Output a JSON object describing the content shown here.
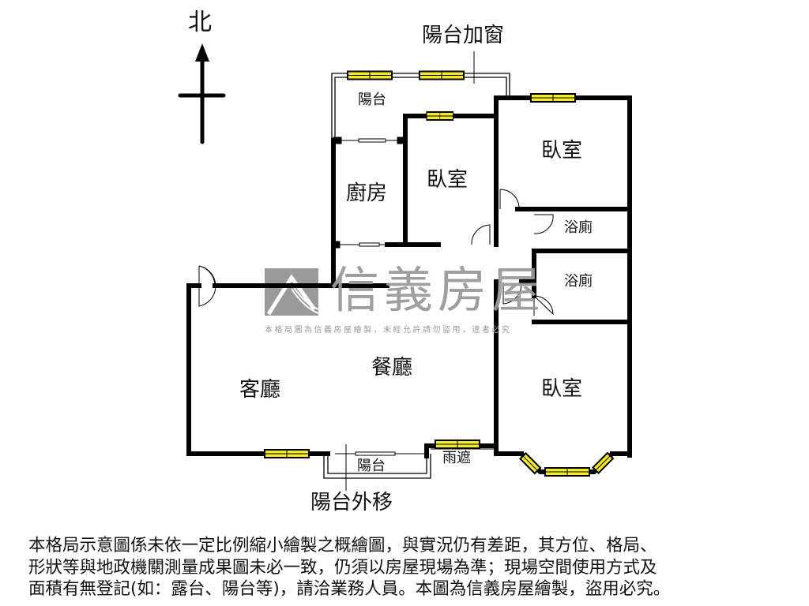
{
  "compass": {
    "label": "北"
  },
  "annotations": {
    "balcony_window_added": "陽台加窗",
    "balcony_moved_out": "陽台外移",
    "canopy": "雨遮"
  },
  "rooms": {
    "balcony_north": "陽台",
    "kitchen": "廚房",
    "bedroom_center": "臥室",
    "bedroom_ne": "臥室",
    "bathroom_1": "浴廁",
    "bathroom_2": "浴廁",
    "living_room": "客廳",
    "dining_room": "餐廳",
    "bedroom_se": "臥室",
    "balcony_south": "陽台"
  },
  "watermark": {
    "brand": "信義房屋",
    "notice": "本格局圖為信義房屋繪製，未經允許請勿盜用，違者必究"
  },
  "disclaimer": {
    "lines": [
      "本格局示意圖係未依一定比例縮小繪製之概繪圖，與實況仍有差距，其方位、格局、",
      "形狀等與地政機關測量成果圖未必一致，仍須以房屋現場為準；現場空間使用方式及",
      "面積有無登記(如：露台、陽台等)，請洽業務人員。本圖為信義房屋繪製，盜用必究。"
    ]
  },
  "colors": {
    "wall": "#000000",
    "window_fill": "#f4ea2a",
    "watermark": "#9a9a9a",
    "background": "#ffffff"
  }
}
